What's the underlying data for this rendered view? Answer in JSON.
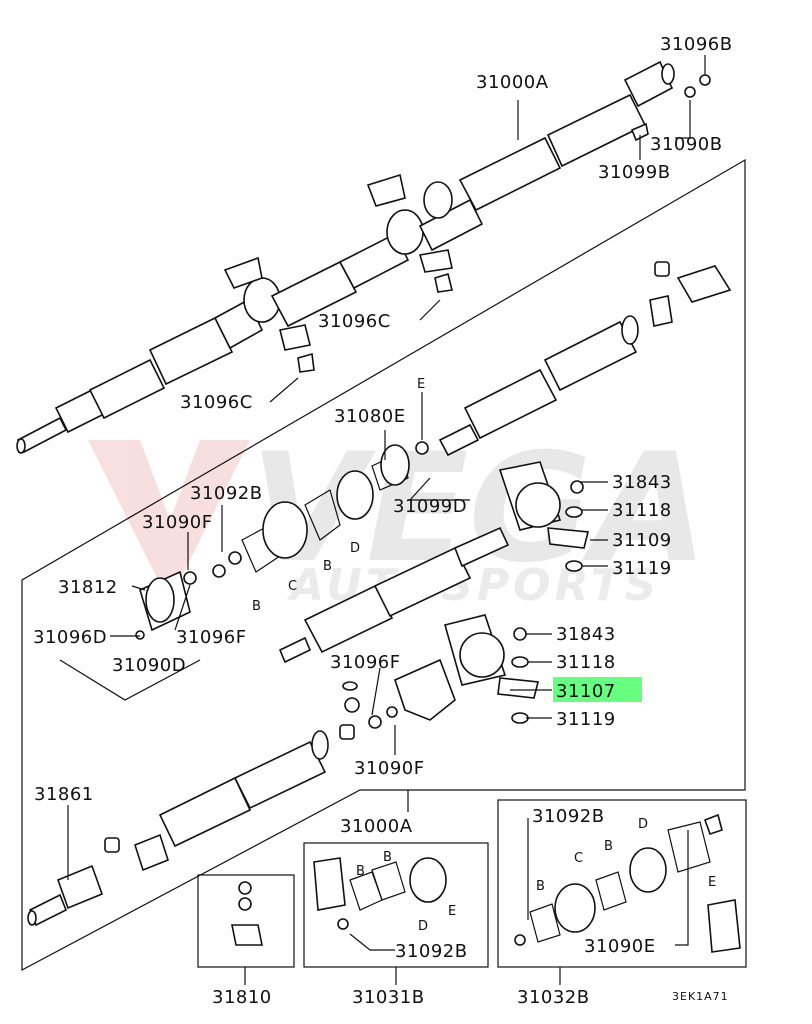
{
  "watermark": {
    "word1": "VEGA",
    "word2": "AUTOSPORTS",
    "color": "#d9d9d9",
    "accent": "#f0c8c8"
  },
  "highlight_color": "#4cff6a",
  "labels": {
    "p31096B": "31096B",
    "p31000A_top": "31000A",
    "p31090B": "31090B",
    "p31099B": "31099B",
    "p31096C_1": "31096C",
    "p31096C_2": "31096C",
    "e_top": "E",
    "p31080E": "31080E",
    "p31099D": "31099D",
    "p31843_1": "31843",
    "p31118_1": "31118",
    "p31109": "31109",
    "p31119_1": "31119",
    "p31092B_1": "31092B",
    "p31090F_1": "31090F",
    "p31812": "31812",
    "p31096D": "31096D",
    "p31096F_1": "31096F",
    "p31090D": "31090D",
    "p31096F_2": "31096F",
    "p31843_2": "31843",
    "p31118_2": "31118",
    "p31107": "31107",
    "p31119_2": "31119",
    "p31090F_2": "31090F",
    "p31861": "31861",
    "p31000A_mid": "31000A",
    "p31092B_2": "31092B",
    "p31092B_3": "31092B",
    "p31090E": "31090E",
    "p31810": "31810",
    "p31031B": "31031B",
    "p31032B": "31032B",
    "code": "3EK1A71",
    "letter_B1": "B",
    "letter_C1": "C",
    "letter_D1": "D",
    "letter_B2": "B",
    "letter_B3": "B",
    "letter_B4": "B",
    "letter_D2": "D",
    "letter_E2": "E",
    "letter_B5": "B",
    "letter_C2": "C",
    "letter_B6": "B",
    "letter_D3": "D",
    "letter_E3": "E"
  }
}
